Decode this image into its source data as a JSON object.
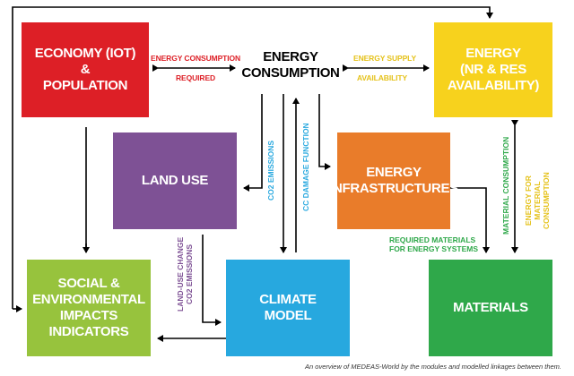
{
  "nodes": {
    "economy": "ECONOMY (IOT)\n&\nPOPULATION",
    "energy_consumption": "ENERGY\nCONSUMPTION",
    "energy": "ENERGY\n(NR & RES\nAVAILABILITY)",
    "land_use": "LAND USE",
    "energy_infrastructures": "ENERGY\nINFRASTRUCTURES",
    "social": "SOCIAL &\nENVIRONMENTAL\nIMPACTS\nINDICATORS",
    "climate": "CLIMATE\nMODEL",
    "materials": "MATERIALS"
  },
  "links": {
    "energy_consumption": "ENERGY CONSUMPTION",
    "required": "REQUIRED",
    "energy_supply": "ENERGY SUPPLY",
    "availability": "AVAILABILITY",
    "co2_emissions": "CO2 EMISSIONS",
    "cc_damage_function": "CC DAMAGE FUNCTION",
    "land_use_change": "LAND-USE CHANGE\nCO2 EMISSIONS",
    "required_materials": "REQUIRED MATERIALS\nFOR ENERGY SYSTEMS",
    "material_consumption": "MATERIAL CONSUMPTION",
    "energy_for_material": "ENERGY FOR MATERIAL\nCONSUMPTION"
  },
  "caption": "An overview of MEDEAS-World by the modules and modelled linkages between them.",
  "colors": {
    "economy": "#dd1f26",
    "energy": "#f7d21d",
    "land_use": "#7e5195",
    "infrastructures": "#e97c2a",
    "social": "#97c33d",
    "climate": "#27a8df",
    "materials": "#2fa84a"
  }
}
